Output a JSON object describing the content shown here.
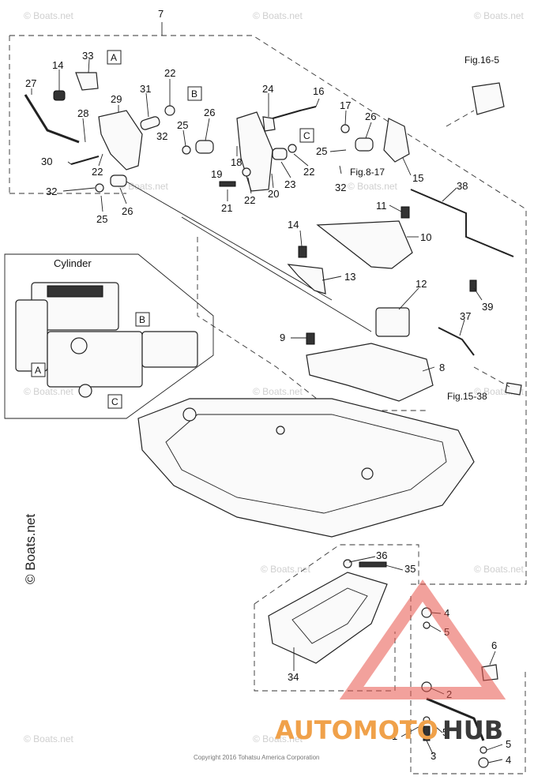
{
  "labels": {
    "p7": "7",
    "p33": "33",
    "p14a": "14",
    "p22a": "22",
    "p31": "31",
    "p27": "27",
    "p29": "29",
    "p28": "28",
    "p25a": "25",
    "p26a": "26",
    "p24": "24",
    "p16": "16",
    "p17": "17",
    "p26b": "26",
    "p32a": "32",
    "p30": "30",
    "p22b": "22",
    "p18": "18",
    "p19": "19",
    "p32b": "32",
    "p25b": "25",
    "p26c": "26",
    "p21": "21",
    "p22c": "22",
    "p20": "20",
    "p23": "23",
    "p22d": "22",
    "p25c": "25",
    "p15": "15",
    "p32c": "32",
    "p38": "38",
    "p11": "11",
    "p10": "10",
    "p14b": "14",
    "p13": "13",
    "p12": "12",
    "p39": "39",
    "p9": "9",
    "p37": "37",
    "p8": "8",
    "p36": "36",
    "p35": "35",
    "p34": "34",
    "p4a": "4",
    "p5a": "5",
    "p6": "6",
    "p2": "2",
    "p1": "1",
    "p5b": "5",
    "p3": "3",
    "p5c": "5",
    "p4b": "4"
  },
  "boxes": {
    "a1": "A",
    "b1": "B",
    "c1": "C",
    "a2": "A",
    "b2": "B",
    "c2": "C"
  },
  "refs": {
    "fig16": "Fig.16-5",
    "fig8": "Fig.8-17",
    "fig15": "Fig.15-38"
  },
  "inset": {
    "title": "Cylinder"
  },
  "watermarks": {
    "side": "© Boats.net",
    "tile": "© Boats.net"
  },
  "copyright": "Copyright 2016 Tohatsu America Corporation",
  "brand": {
    "part1": "AUTOMOTO",
    "part2": "HUB",
    "color1": "#f0a14a",
    "color2": "#3a3a3a",
    "triangle": "#e8534a"
  }
}
